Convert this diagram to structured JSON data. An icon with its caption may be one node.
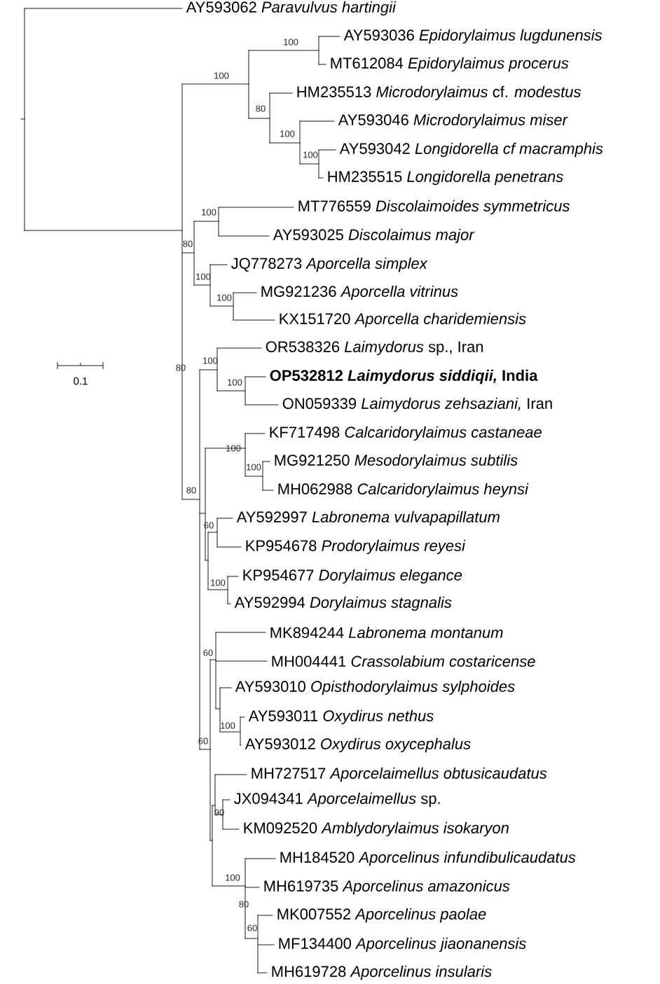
{
  "diagram": {
    "labels": [
      "AY593062 *Paravulvus hartingii*",
      "AY593036 *Epidorylaimus lugdunensis*",
      "100",
      "MT612084 *Epidorylaimus procerus*",
      "100",
      "HM235513 *Microdorylaimus* cf. *modestus*",
      "80",
      "AY593046 *Microdorylaimus miser*",
      "100",
      "AY593042 *Longidorella cf macramphis*",
      "100",
      "HM235515 *Longidorella penetrans*",
      "MT776559 *Discolaimoides symmetricus*",
      "100",
      "AY593025 *Discolaimus major*",
      "80",
      "JQ778273 *Aporcella simplex*",
      "100",
      "MG921236 *Aporcella vitrinus*",
      "100",
      "KX151720 *Aporcella charidemiensis*",
      "OR538326 *Laimydorus* sp., Iran",
      "100",
      "80",
      "OP532812 *Laimydorus siddiqii,* India",
      "100",
      "0.1",
      "ON059339 *Laimydorus zehsaziani,* Iran",
      "KF717498 *Calcaridorylaimus castaneae*",
      "100",
      "MG921250 *Mesodorylaimus subtilis*",
      "100",
      "MH062988 *Calcaridorylaimus heynsi*",
      "80",
      "AY592997 *Labronema vulvapapillatum*",
      "60",
      "KP954678 *Prodorylaimus reyesi*",
      "KP954677 *Dorylaimus elegance*",
      "100",
      "AY592994 *Dorylaimus stagnalis*",
      "MK894244 *Labronema montanum*",
      "60",
      "MH004441 *Crassolabium costaricense*",
      "AY593010 *Opisthodorylaimus sylphoides*",
      "100",
      "AY593011 *Oxydirus nethus*",
      "60",
      "AY593012 *Oxydirus oxycephalus*",
      "MH727517 *Aporcelaimellus obtusicaudatus*",
      "JX094341 *Aporcelaimellus* sp.",
      "90",
      "KM092520 *Amblydorylaimus isokaryon*",
      "MH184520 *Aporcelinus infundibulicaudatus*",
      "100",
      "MH619735 *Aporcelinus amazonicus*",
      "80",
      "MK007552 *Aporcelinus paolae*",
      "60",
      "MF134400 *Aporcelinus jiaonanensis*",
      "MH619728 *Aporcelinus insularis*"
    ]
  }
}
